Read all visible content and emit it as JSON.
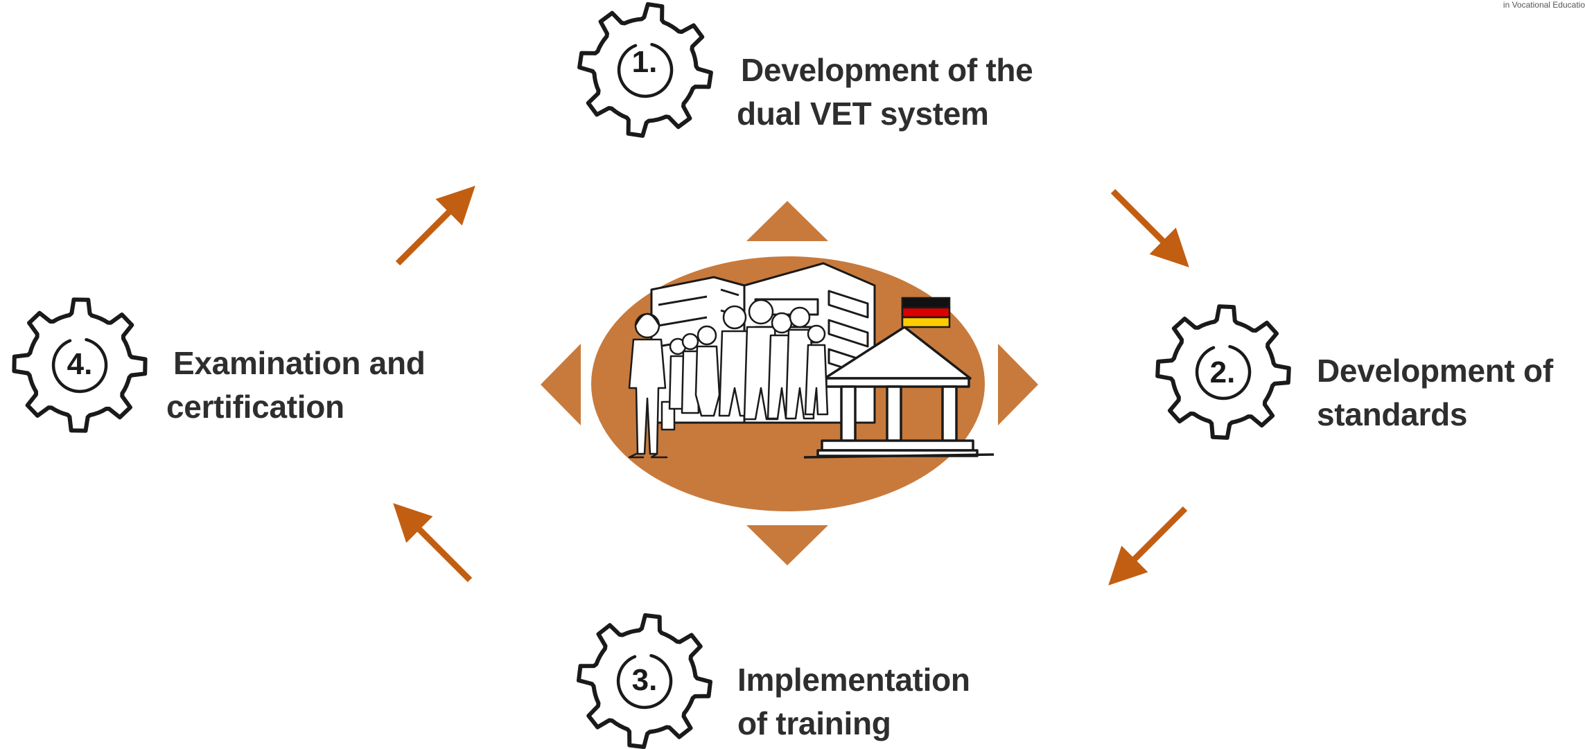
{
  "header": {
    "corner_text": "in Vocational Educatio"
  },
  "steps": [
    {
      "number": "1.",
      "lines": [
        "Development of the",
        "dual VET system"
      ],
      "icon": "gear-icon"
    },
    {
      "number": "2.",
      "lines": [
        "Development of",
        "standards"
      ],
      "icon": "gear-icon"
    },
    {
      "number": "3.",
      "lines": [
        "Implementation",
        "of training"
      ],
      "icon": "gear-icon"
    },
    {
      "number": "4.",
      "lines": [
        "Examination and",
        "certification"
      ],
      "icon": "gear-icon"
    }
  ],
  "center": {
    "icon": "vocational-school-illustration",
    "flag": "germany-flag-icon"
  },
  "colors": {
    "accent": "#C87A3C",
    "arrow": "#C25E12",
    "ink": "#1A1A1A",
    "text": "#2E2E2E",
    "flag_black": "#111111",
    "flag_red": "#DD0000",
    "flag_gold": "#FFCC00"
  }
}
